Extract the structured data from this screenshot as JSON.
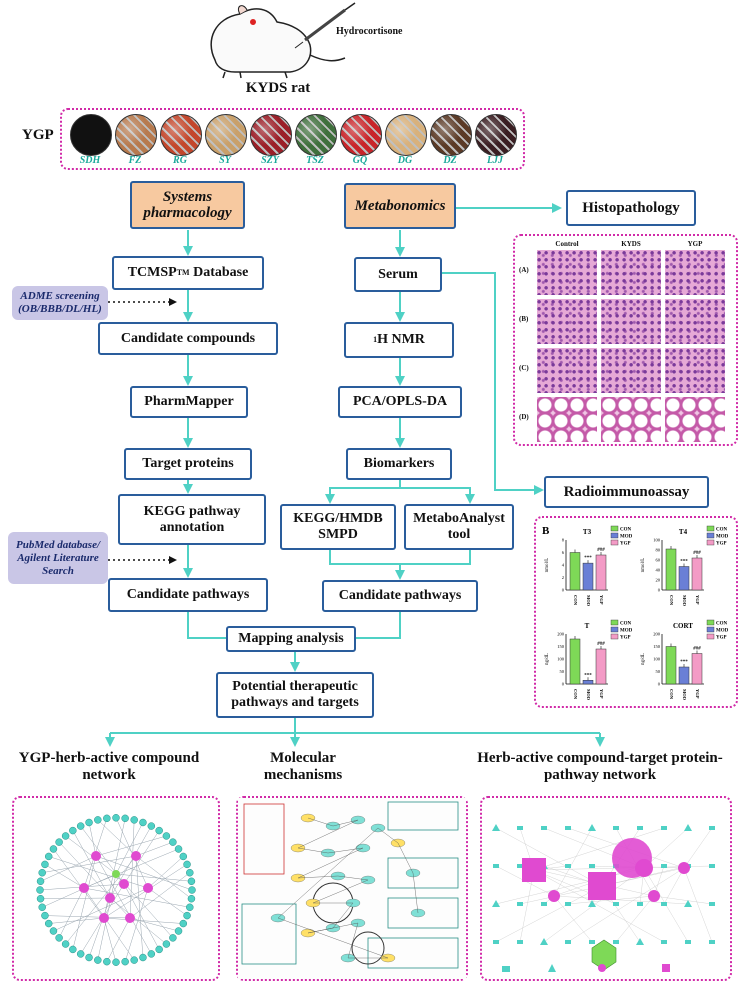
{
  "top": {
    "animal_label": "KYDS rat",
    "injection_label": "Hydrocortisone"
  },
  "ygp": {
    "label": "YGP",
    "herbs": [
      {
        "abbr": "SDH",
        "color": "#111111"
      },
      {
        "abbr": "FZ",
        "color": "#b77a4e"
      },
      {
        "abbr": "RG",
        "color": "#c3472c"
      },
      {
        "abbr": "SY",
        "color": "#c9a06a"
      },
      {
        "abbr": "SZY",
        "color": "#9b1f28"
      },
      {
        "abbr": "TSZ",
        "color": "#3f6f3c"
      },
      {
        "abbr": "GQ",
        "color": "#c8252a"
      },
      {
        "abbr": "DG",
        "color": "#d8b17c"
      },
      {
        "abbr": "DZ",
        "color": "#5b3a26"
      },
      {
        "abbr": "LJJ",
        "color": "#3a1e22"
      }
    ]
  },
  "left_flow": {
    "header": "Systems pharmacology",
    "db_main": "TCMSP",
    "db_sup": "TM",
    "db_tail": " Database",
    "adme": "ADME screening (OB/BBB/DL/HL)",
    "candidate_compounds": "Candidate compounds",
    "pharmmapper": "PharmMapper",
    "target_proteins": "Target proteins",
    "kegg": "KEGG pathway annotation",
    "pubmed": "PubMed database/ Agilent Literature Search",
    "candidate_pathways": "Candidate pathways"
  },
  "right_flow": {
    "header": "Metabonomics",
    "serum": "Serum",
    "nmr_sup": "1",
    "nmr_tail": "H NMR",
    "pca": "PCA/OPLS-DA",
    "biomarkers": "Biomarkers",
    "kegg_hmdb": "KEGG/HMDB SMPD",
    "metaboanalyst": "MetaboAnalyst tool",
    "candidate_pathways": "Candidate pathways"
  },
  "side": {
    "histopathology": "Histopathology",
    "radioimmunoassay": "Radioimmunoassay",
    "histo_columns": [
      "Control",
      "KYDS",
      "YGP"
    ],
    "histo_rows": [
      "(A)",
      "(B)",
      "(C)",
      "(D)"
    ]
  },
  "merge": {
    "mapping": "Mapping analysis",
    "potential": "Potential therapeutic pathways and targets"
  },
  "bottom": {
    "left": "YGP-herb-active compound network",
    "middle": "Molecular mechanisms",
    "right": "Herb-active compound-target protein-pathway network"
  },
  "chart_data": [
    {
      "type": "bar",
      "panel_label": "B",
      "title": "T3",
      "ylabel": "nmol/L",
      "categories": [
        "CON",
        "MOD",
        "YGP"
      ],
      "values": [
        6.0,
        4.3,
        5.6
      ],
      "ylim": [
        0,
        8
      ],
      "yticks": [
        "0",
        "2",
        "4",
        "6",
        "8"
      ],
      "sig": [
        "",
        "***",
        "###"
      ],
      "legend": [
        "CON",
        "MOD",
        "YGP"
      ]
    },
    {
      "type": "bar",
      "title": "T4",
      "ylabel": "nmol/L",
      "categories": [
        "CON",
        "MOD",
        "YGP"
      ],
      "values": [
        82,
        47,
        64
      ],
      "ylim": [
        0,
        100
      ],
      "yticks": [
        "0",
        "20",
        "40",
        "60",
        "80",
        "100"
      ],
      "sig": [
        "",
        "***",
        "###"
      ],
      "legend": [
        "CON",
        "MOD",
        "YGP"
      ]
    },
    {
      "type": "bar",
      "title": "T",
      "ylabel": "ng/dL",
      "categories": [
        "CON",
        "MOD",
        "YGP"
      ],
      "values": [
        180,
        15,
        140
      ],
      "ylim": [
        0,
        200
      ],
      "yticks": [
        "0",
        "50",
        "100",
        "150",
        "200"
      ],
      "sig": [
        "",
        "***",
        "###"
      ],
      "legend": [
        "CON",
        "MOD",
        "YGP"
      ]
    },
    {
      "type": "bar",
      "title": "CORT",
      "ylabel": "ng/dL",
      "categories": [
        "CON",
        "MOD",
        "YGP"
      ],
      "values": [
        150,
        68,
        122
      ],
      "ylim": [
        0,
        200
      ],
      "yticks": [
        "0",
        "50",
        "100",
        "150",
        "200"
      ],
      "sig": [
        "",
        "***",
        "###"
      ],
      "legend": [
        "CON",
        "MOD",
        "YGP"
      ]
    }
  ],
  "colors": {
    "arrow": "#4fd1c5",
    "box_border": "#2a5d9c",
    "orange": "#f7c9a0",
    "purple": "#c9c6e6",
    "dashed": "#d12aa8",
    "con": "#7ed957",
    "mod": "#6a7fd6",
    "ygp": "#f39bc6"
  }
}
